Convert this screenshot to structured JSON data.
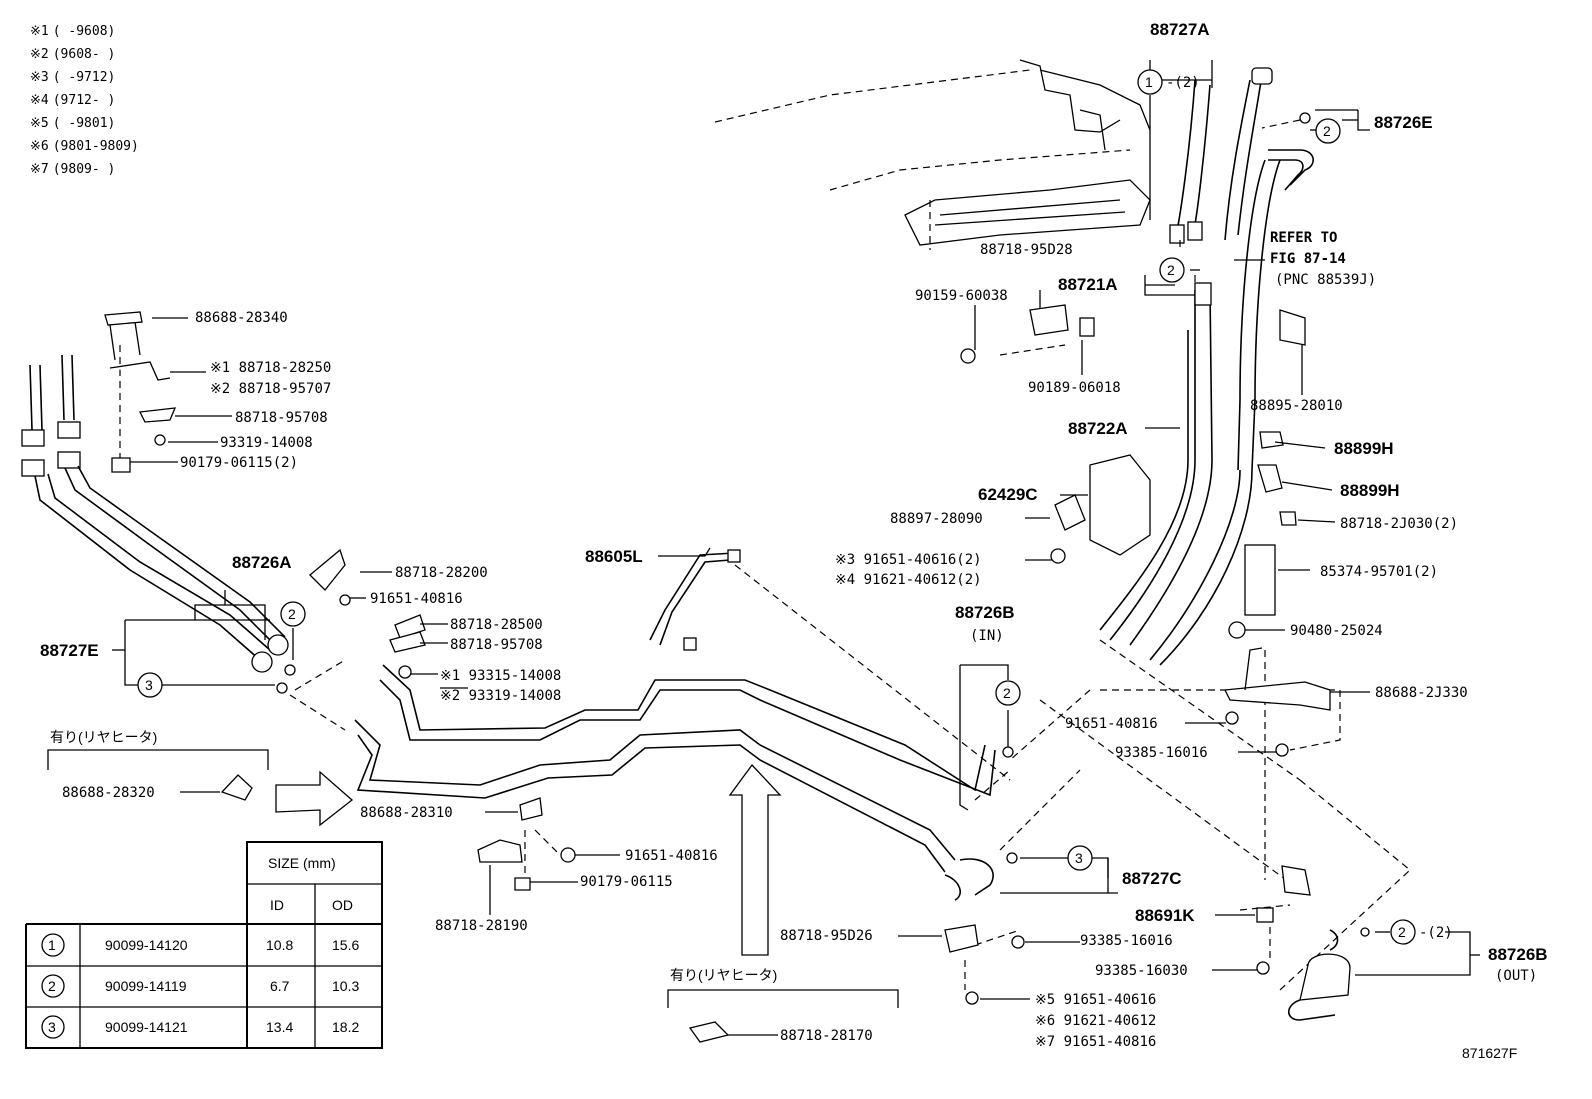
{
  "notes": [
    {
      "mark": "※1",
      "range": "(      -9608)"
    },
    {
      "mark": "※2",
      "range": "(9608-      )"
    },
    {
      "mark": "※3",
      "range": "(      -9712)"
    },
    {
      "mark": "※4",
      "range": "(9712-      )"
    },
    {
      "mark": "※5",
      "range": "(      -9801)"
    },
    {
      "mark": "※6",
      "range": "(9801-9809)"
    },
    {
      "mark": "※7",
      "range": "(9809-      )"
    }
  ],
  "callouts": {
    "c88727A": "88727A",
    "c88726E": "88726E",
    "refer1": "REFER TO",
    "refer2": "FIG 87-14",
    "refer3": "(PNC 88539J)",
    "c8871895D28": "88718-95D28",
    "c88721A": "88721A",
    "c9015960038": "90159-60038",
    "c9018906018": "90189-06018",
    "c8889528010": "88895-28010",
    "c88722A": "88722A",
    "c88899H_1": "88899H",
    "c88899H_2": "88899H",
    "c62429C": "62429C",
    "c8889728090": "88897-28090",
    "c887182J030": "88718-2J030(2)",
    "c9165140616_3": "※3 91651-40616(2)",
    "c9162140612_4": "※4 91621-40612(2)",
    "c8537495701": "85374-95701(2)",
    "c88605L": "88605L",
    "c88726B_in": "88726B",
    "in_label": "(IN)",
    "c9048025024": "90480-25024",
    "c886882J330": "88688-2J330",
    "c9165140816_r": "91651-40816",
    "c9338516016_r": "93385-16016",
    "c8868828340": "88688-28340",
    "c8871828250": "※1 88718-28250",
    "c8871895707": "※2 88718-95707",
    "c8871895708_a": "88718-95708",
    "c9331914008_a": "93319-14008",
    "c9017906115_a": "90179-06115(2)",
    "c88726A": "88726A",
    "c88727E": "88727E",
    "c8871828200": "88718-28200",
    "c9165140816_a": "91651-40816",
    "c8871828500": "88718-28500",
    "c8871895708_b": "88718-95708",
    "c9331514008": "※1 93315-14008",
    "c9331914008_b": "※2 93319-14008",
    "rear_heater_1": "有り(リヤヒータ)",
    "c8868828320": "88688-28320",
    "c8868828310": "88688-28310",
    "c9165140816_b": "91651-40816",
    "c9017906115_b": "90179-06115",
    "c8871828190": "88718-28190",
    "c88727C": "88727C",
    "c88691K": "88691K",
    "c8871895D26": "88718-95D26",
    "c9338516016_b": "93385-16016",
    "c9338516030": "93385-16030",
    "c88726B_out": "88726B",
    "out_label": "(OUT)",
    "c9165140616_5": "※5 91651-40616",
    "c9162140612_6": "※6 91621-40612",
    "c9165140816_7": "※7 91651-40816",
    "rear_heater_2": "有り(リヤヒータ)",
    "c8871828170": "88718-28170",
    "figure_no": "871627F",
    "circle_1": "1",
    "circle_2": "2",
    "circle_3": "3",
    "qty_2": "-(2)"
  },
  "size_table": {
    "header": "SIZE (mm)",
    "col_id": "ID",
    "col_od": "OD",
    "rows": [
      {
        "num": "1",
        "part": "90099-14120",
        "id": "10.8",
        "od": "15.6"
      },
      {
        "num": "2",
        "part": "90099-14119",
        "id": "6.7",
        "od": "10.3"
      },
      {
        "num": "3",
        "part": "90099-14121",
        "id": "13.4",
        "od": "18.2"
      }
    ]
  }
}
